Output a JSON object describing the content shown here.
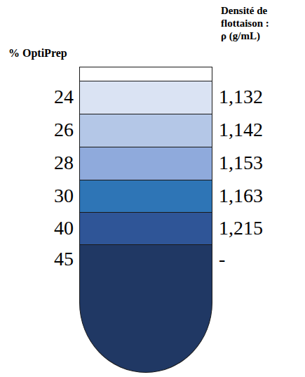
{
  "diagram": {
    "nodes": [
      {
        "text": [
          "24",
          "1,132"
        ]
      },
      {
        "text": [
          "26",
          "1,142"
        ]
      },
      {
        "text": [
          "28",
          "1,153"
        ]
      },
      {
        "text": [
          "30",
          "1,163"
        ]
      },
      {
        "text": [
          "40",
          "1,215"
        ]
      },
      {
        "text": [
          "45",
          "-"
        ]
      }
    ],
    "labels": [
      "% OptiPrep",
      "Densité de flottaison : ρ (g/mL)"
    ]
  }
}
